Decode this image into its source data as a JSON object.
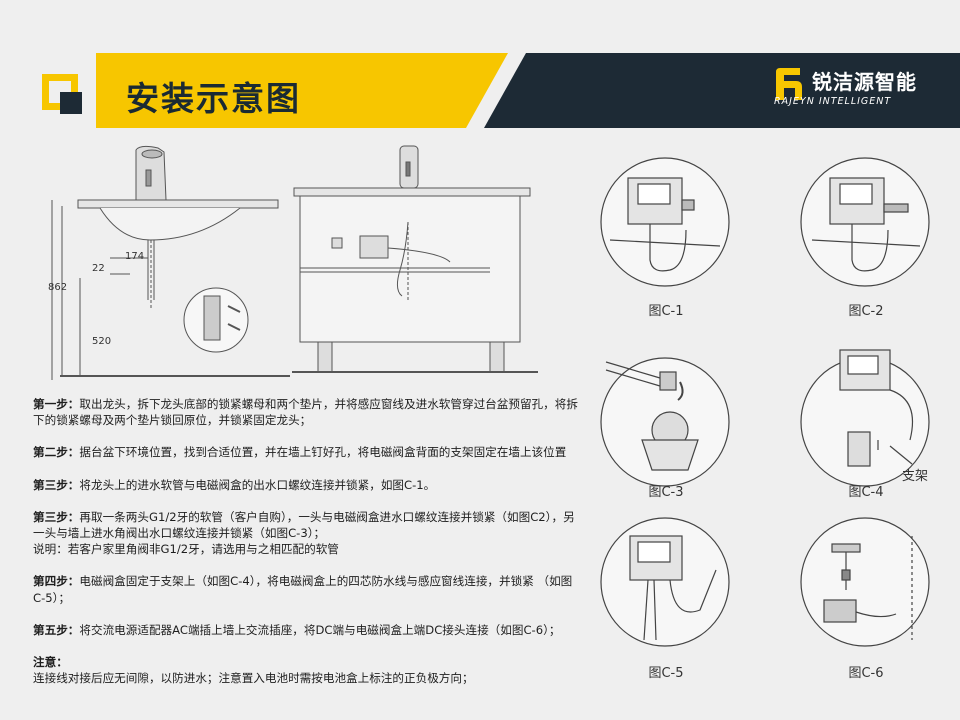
{
  "header": {
    "title": "安装示意图",
    "brand_name": "锐洁源智能",
    "brand_en": "RAJEYN INTELLIGENT"
  },
  "diagram": {
    "dim_174": "174",
    "dim_22": "22",
    "dim_862": "862",
    "dim_520": "520"
  },
  "figures": [
    {
      "caption": "图C-1"
    },
    {
      "caption": "图C-2"
    },
    {
      "caption": "图C-3"
    },
    {
      "caption": "图C-4"
    },
    {
      "caption": "图C-5"
    },
    {
      "caption": "图C-6"
    }
  ],
  "bracket_label": "支架",
  "steps": [
    {
      "title": "第一步：",
      "text": "取出龙头，拆下龙头底部的锁紧螺母和两个垫片，并将感应窗线及进水软管穿过台盆预留孔，将拆下的锁紧螺母及两个垫片锁回原位，并锁紧固定龙头；"
    },
    {
      "title": "第二步：",
      "text": "据台盆下环境位置，找到合适位置，并在墙上钉好孔，将电磁阀盒背面的支架固定在墙上该位置"
    },
    {
      "title": "第三步：",
      "text": "将龙头上的进水软管与电磁阀盒的出水口螺纹连接并锁紧，如图C-1。"
    },
    {
      "title": "第三步：",
      "text": "再取一条两头G1/2牙的软管（客户自购），一头与电磁阀盒进水口螺纹连接并锁紧（如图C2），另一头与墙上进水角阀出水口螺纹连接并锁紧（如图C-3）；",
      "note": "说明：若客户家里角阀非G1/2牙，请选用与之相匹配的软管"
    },
    {
      "title": "第四步：",
      "text": "电磁阀盒固定于支架上（如图C-4），将电磁阀盒上的四芯防水线与感应窗线连接，并锁紧 （如图C-5）；"
    },
    {
      "title": "第五步：",
      "text": "将交流电源适配器AC端插上墙上交流插座，将DC端与电磁阀盒上端DC接头连接（如图C-6）；"
    }
  ],
  "notice": {
    "title": "注意：",
    "text": "连接线对接后应无间隙，以防进水；注意置入电池时需按电池盒上标注的正负极方向；"
  }
}
